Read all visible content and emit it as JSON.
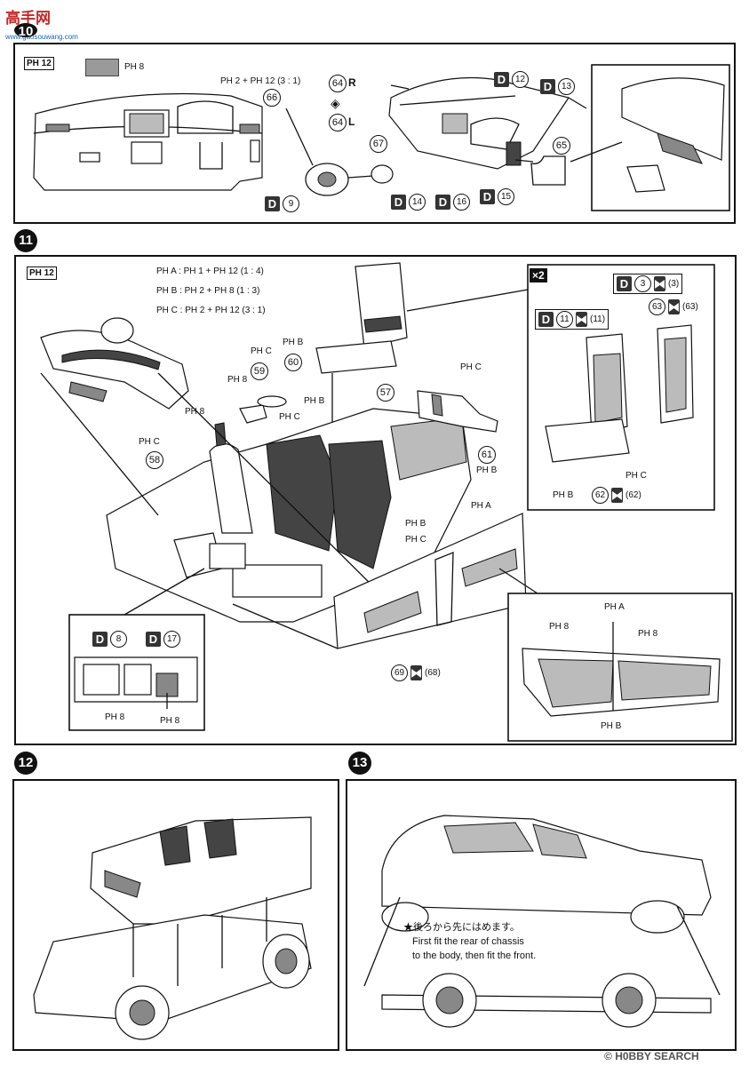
{
  "watermark_top": {
    "chars": "高手网",
    "url": "www.gaosouwang.com",
    "step_fragment": "10"
  },
  "steps": {
    "s11": "11",
    "s12": "12",
    "s13": "13"
  },
  "step10": {
    "paint_ref": "PH 12",
    "swatch_label": "PH 8",
    "mix_label": "PH 2 + PH 12 (3 : 1)",
    "part66": "66",
    "part64r": "64",
    "r_label": "R",
    "part64l": "64",
    "l_label": "L",
    "part67": "67",
    "part65": "65",
    "d12": "12",
    "d13": "13",
    "d9": "9",
    "d14": "14",
    "d16": "16",
    "d15": "15",
    "d_letter": "D"
  },
  "step11": {
    "paint_ref": "PH 12",
    "mix_a": "PH A : PH 1 + PH 12 (1 : 4)",
    "mix_b": "PH B : PH 2 + PH 8 (1 : 3)",
    "mix_c": "PH C : PH 2 + PH 12 (3 : 1)",
    "times2": "×2",
    "seat_d3": "3",
    "seat_k3": "(3)",
    "seat_d11": "11",
    "seat_k11": "(11)",
    "part63": "63",
    "k63": "(63)",
    "part62": "62",
    "k62": "(62)",
    "seat_phc": "PH C",
    "seat_phb": "PH B",
    "part59": "59",
    "part60": "60",
    "part57": "57",
    "part58": "58",
    "part61": "61",
    "part69": "69",
    "k68": "(68)",
    "ph8_a": "PH 8",
    "ph8_b": "PH 8",
    "phc_a": "PH C",
    "phb_a": "PH B",
    "phc_b": "PH C",
    "phb_b": "PH B",
    "phc_c": "PH C",
    "phc_d": "PH C",
    "phb_c": "PH B",
    "pha_a": "PH A",
    "phb_d": "PH B",
    "phc_e": "PH C",
    "console_d8": "8",
    "console_d17": "17",
    "console_ph8a": "PH 8",
    "console_ph8b": "PH 8",
    "door_pha": "PH A",
    "door_ph8a": "PH 8",
    "door_ph8b": "PH 8",
    "door_phb": "PH B"
  },
  "step13": {
    "note_jp": "★後ろから先にはめます。",
    "note_en1": "First fit the rear of chassis",
    "note_en2": "to the body, then fit the front."
  },
  "watermark_bottom": {
    "prefix": "©",
    "brand": "H0BBY SEARCH"
  }
}
